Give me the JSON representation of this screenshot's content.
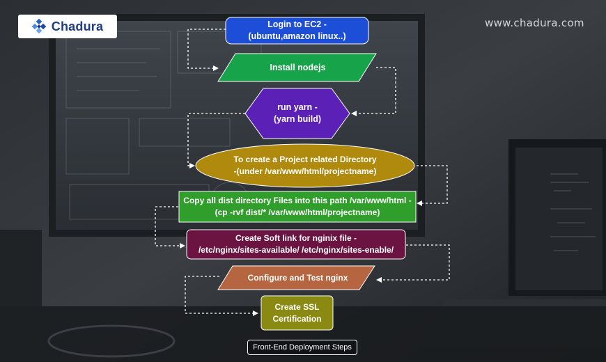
{
  "brand": {
    "logo_text": "Chadura",
    "website": "www.chadura.com"
  },
  "flow": {
    "steps": [
      {
        "id": "login",
        "shape": "rounded-rect",
        "color": "#1d4ed8",
        "lines": [
          "Login to EC2 -",
          "(ubuntu,amazon linux..)"
        ]
      },
      {
        "id": "nodejs",
        "shape": "parallelogram",
        "color": "#16a34a",
        "lines": [
          "Install nodejs"
        ]
      },
      {
        "id": "yarn",
        "shape": "hexagon",
        "color": "#5b21b6",
        "lines": [
          "run yarn -",
          "(yarn build)"
        ]
      },
      {
        "id": "directory",
        "shape": "ellipse",
        "color": "#b08a0c",
        "lines": [
          "To create a Project related Directory",
          "-(under /var/www/html/projectname)"
        ]
      },
      {
        "id": "copy",
        "shape": "rect",
        "color": "#2f9e2a",
        "lines": [
          "Copy all dist directory Files into this path /var/www/html -",
          "(cp -rvf dist/* /var/www/html/projectname)"
        ]
      },
      {
        "id": "softlink",
        "shape": "rounded-rect",
        "color": "#6b1442",
        "lines": [
          "Create Soft link for nginix file -",
          "/etc/nginx/sites-available/ /etc/nginx/sites-enable/"
        ]
      },
      {
        "id": "nginx",
        "shape": "parallelogram",
        "color": "#b5653f",
        "lines": [
          "Configure and Test nginx"
        ]
      },
      {
        "id": "ssl",
        "shape": "rounded-rect",
        "color": "#8a8a12",
        "lines": [
          "Create SSL",
          "Certification"
        ]
      }
    ],
    "caption": "Front-End Deployment Steps"
  }
}
